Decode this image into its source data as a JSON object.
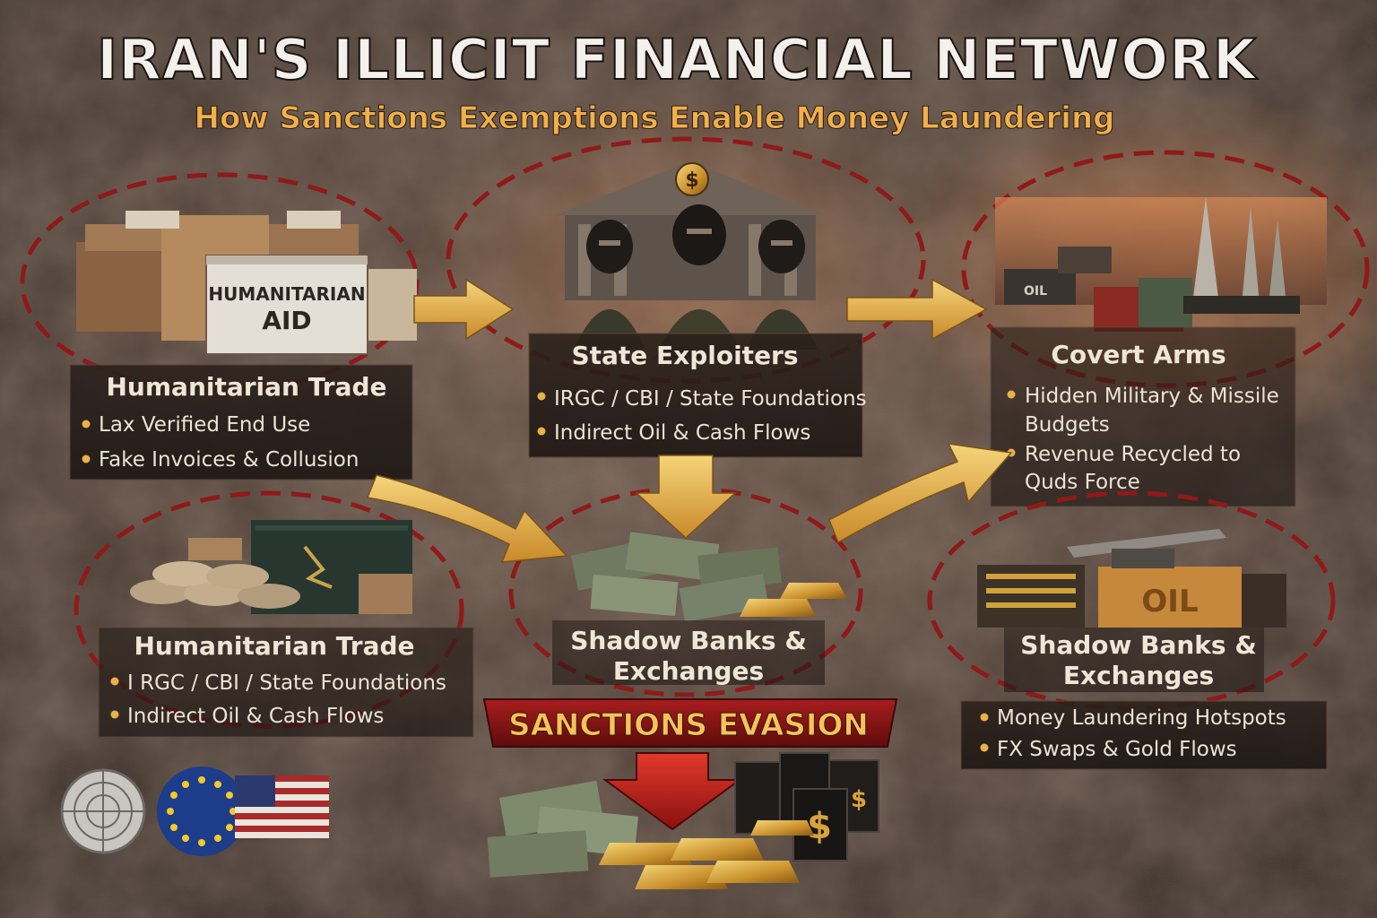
{
  "header": {
    "title": "IRAN'S ILLICIT FINANCIAL NETWORK",
    "subtitle": "How Sanctions Exemptions Enable Money Laundering"
  },
  "nodes": {
    "humanitarian_trade_top": {
      "title": "Humanitarian Trade",
      "image_label": "HUMANITARIAN",
      "image_label_2": "AID",
      "bullets": [
        "Lax Verified End Use",
        "Fake Invoices & Collusion"
      ]
    },
    "state_exploiters": {
      "title": "State Exploiters",
      "bullets": [
        "IRGC / CBI / State Foundations",
        "Indirect Oil & Cash Flows"
      ]
    },
    "covert_arms": {
      "title": "Covert Arms",
      "image_label": "OIL",
      "bullets": [
        "Hidden Military & Missile",
        "Budgets",
        "Revenue Recycled to",
        "Quds Force"
      ]
    },
    "humanitarian_trade_bottom": {
      "title": "Humanitarian Trade",
      "bullets": [
        "I RGC / CBI / State Foundations",
        "Indirect Oil & Cash Flows"
      ]
    },
    "shadow_banks_center": {
      "title_line1": "Shadow Banks &",
      "title_line2": "Exchanges"
    },
    "shadow_banks_right": {
      "title_line1": "Shadow Banks &",
      "title_line2": "Exchanges",
      "image_label": "OIL",
      "bullets": [
        "Money Laundering Hotspots",
        "FX Swaps & Gold Flows"
      ]
    }
  },
  "banner": {
    "text": "SANCTIONS EVASION"
  },
  "emblems": [
    "un-emblem-icon",
    "eu-flag-icon",
    "us-flag-icon"
  ],
  "colors": {
    "background": "#3a2f28",
    "dashed_ring": "#8e1a1a",
    "arrow": "#e7b44a",
    "banner_red": "#8c1414",
    "banner_text": "#f6c25a",
    "gold": "#d6a23a"
  }
}
